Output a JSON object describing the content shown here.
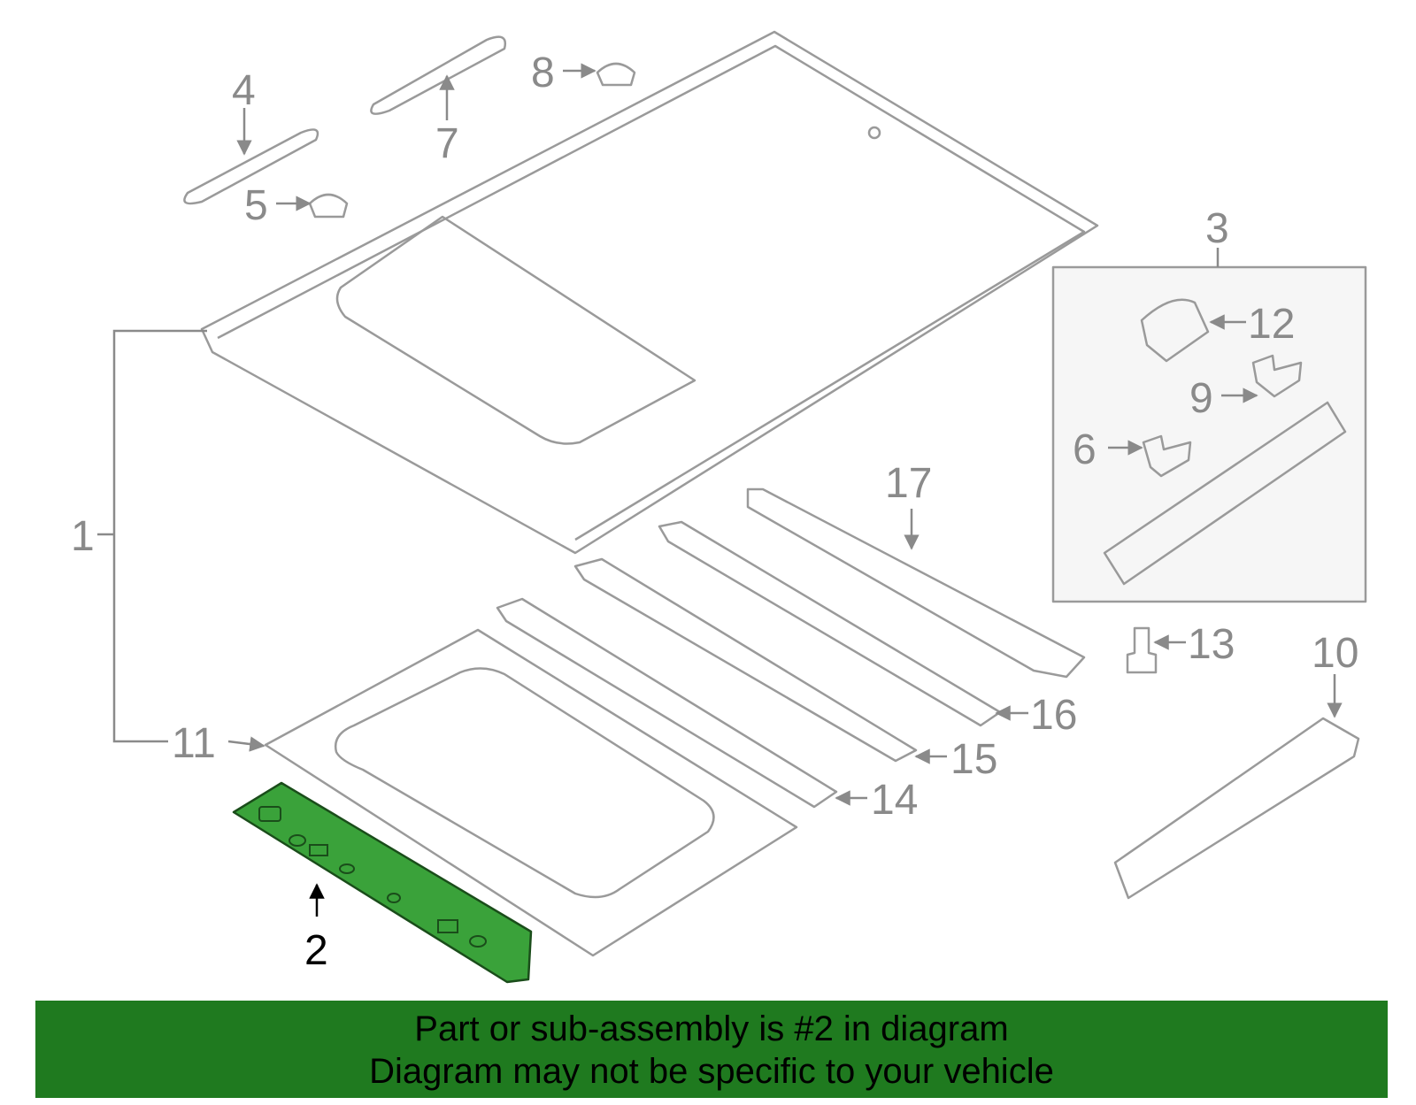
{
  "colors": {
    "line": "#9a9a9a",
    "highlight": "#3aa23a",
    "banner": "#1f7a1f",
    "inset_bg": "#f6f6f6"
  },
  "callouts": {
    "c1": "1",
    "c2": "2",
    "c3": "3",
    "c4": "4",
    "c5": "5",
    "c6": "6",
    "c7": "7",
    "c8": "8",
    "c9": "9",
    "c10": "10",
    "c11": "11",
    "c12": "12",
    "c13": "13",
    "c14": "14",
    "c15": "15",
    "c16": "16",
    "c17": "17"
  },
  "banner": {
    "line1": "Part or sub-assembly is #2 in diagram",
    "line2": "Diagram may not be specific to your vehicle"
  }
}
